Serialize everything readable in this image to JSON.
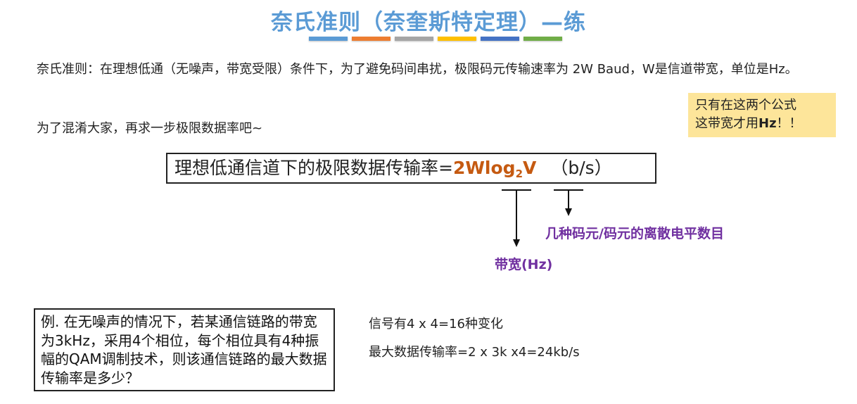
{
  "slide": {
    "title": "奈氏准则（奈奎斯特定理）—练",
    "title_color": "#5b9bd5",
    "decor_bar_colors": [
      "#5b9bd5",
      "#ed7d31",
      "#a5a5a5",
      "#ffc000",
      "#4472c4",
      "#70ad47"
    ]
  },
  "intro": {
    "paragraph1": "奈氏准则：在理想低通（无噪声，带宽受限）条件下，为了避免码间串扰，极限码元传输速率为 2W Baud，W是信道带宽，单位是Hz。",
    "paragraph2": "为了混淆大家，再求一步极限数据率吧~"
  },
  "note": {
    "line1": "只有在这两个公式",
    "line2_prefix": "这带宽才用",
    "line2_bold": "Hz",
    "line2_suffix": "！！",
    "background": "#fde59a"
  },
  "formula": {
    "label": "理想低通信道下的极限数据传输率=",
    "expr_main": "2Wlog",
    "expr_sub": "2",
    "expr_end": "V",
    "unit": "（b/s）",
    "expr_color": "#c55a11"
  },
  "annotations": {
    "bandwidth_label": "带宽(Hz)",
    "levels_label": "几种码元/码元的离散电平数目",
    "label_color": "#7030a0"
  },
  "example": {
    "question": "例. 在无噪声的情况下，若某通信链路的带宽为3kHz，采用4个相位，每个相位具有4种振幅的QAM调制技术，则该通信链路的最大数据传输率是多少？"
  },
  "answer": {
    "line1": "信号有4 x 4=16种变化",
    "line2": "最大数据传输率=2 x 3k x4=24kb/s"
  }
}
